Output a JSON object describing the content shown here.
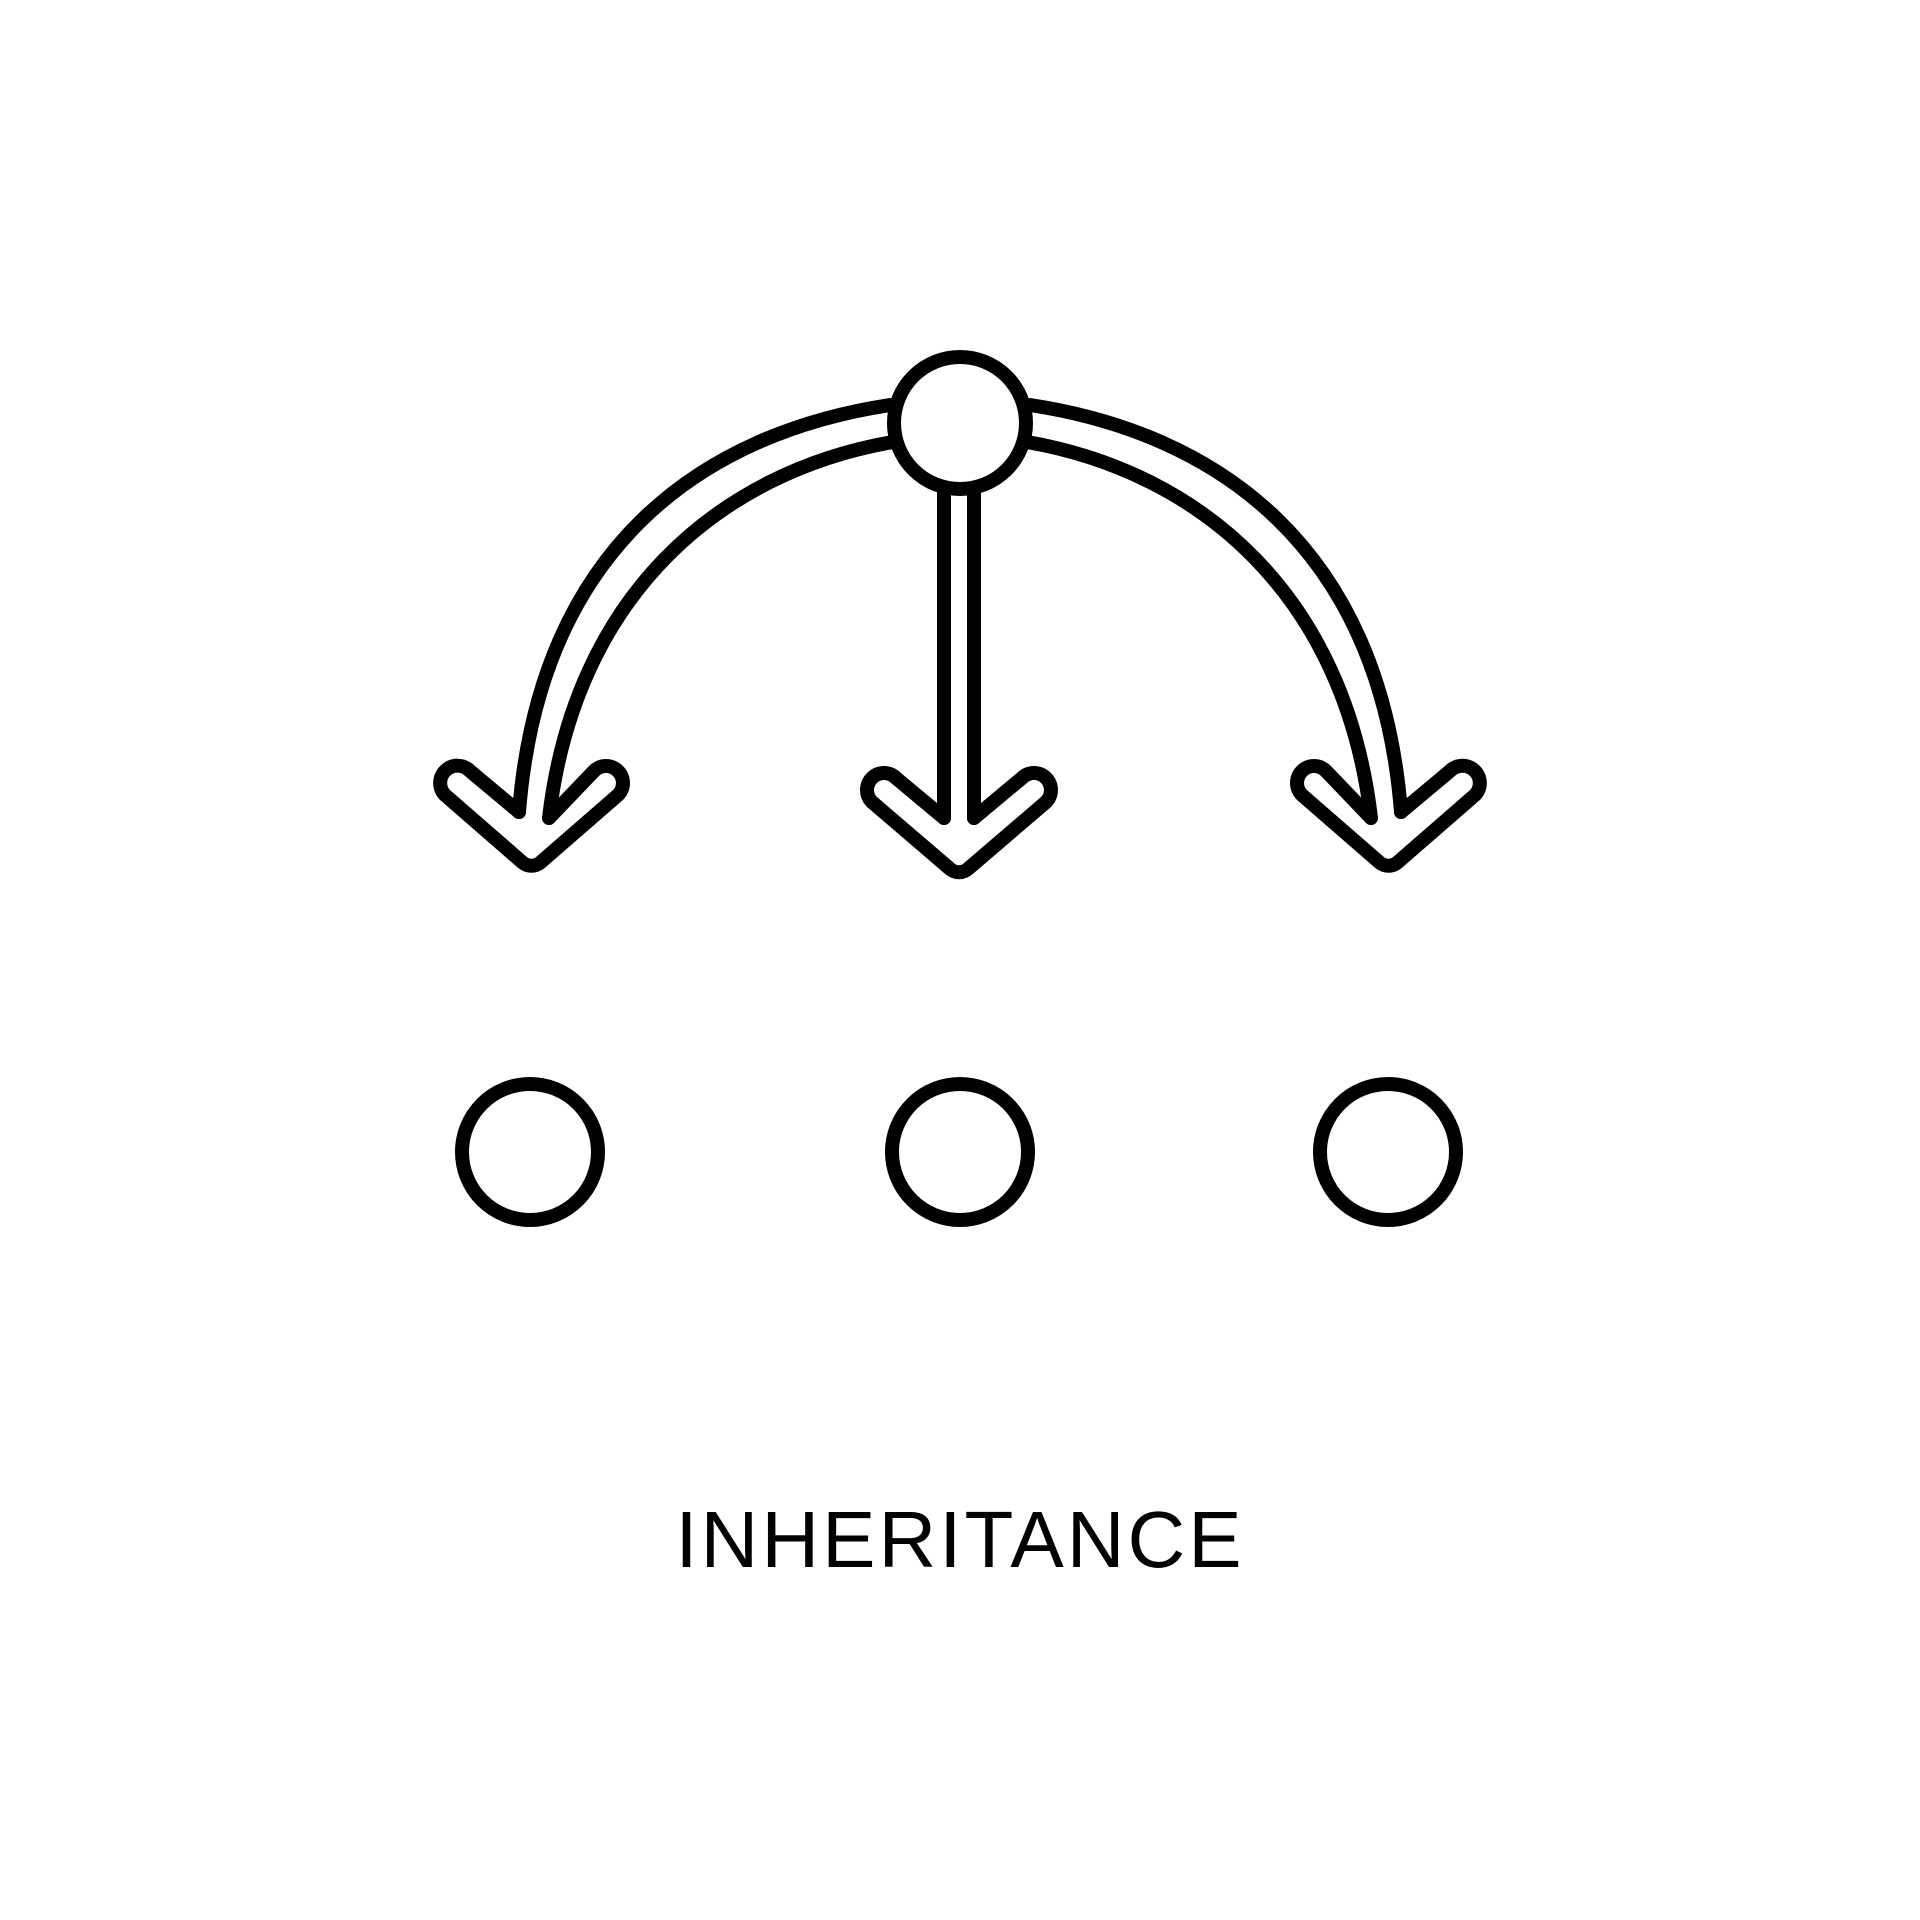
{
  "colors": {
    "background": "#ffffff",
    "stroke": "#000000"
  },
  "diagram": {
    "icon": "inheritance-icon",
    "parent_node": "parent-circle",
    "arrows": [
      "left-curved-arrow",
      "center-straight-arrow",
      "right-curved-arrow"
    ],
    "child_nodes": [
      "child-circle-left",
      "child-circle-center",
      "child-circle-right"
    ]
  },
  "caption": {
    "text": "INHERITANCE"
  }
}
